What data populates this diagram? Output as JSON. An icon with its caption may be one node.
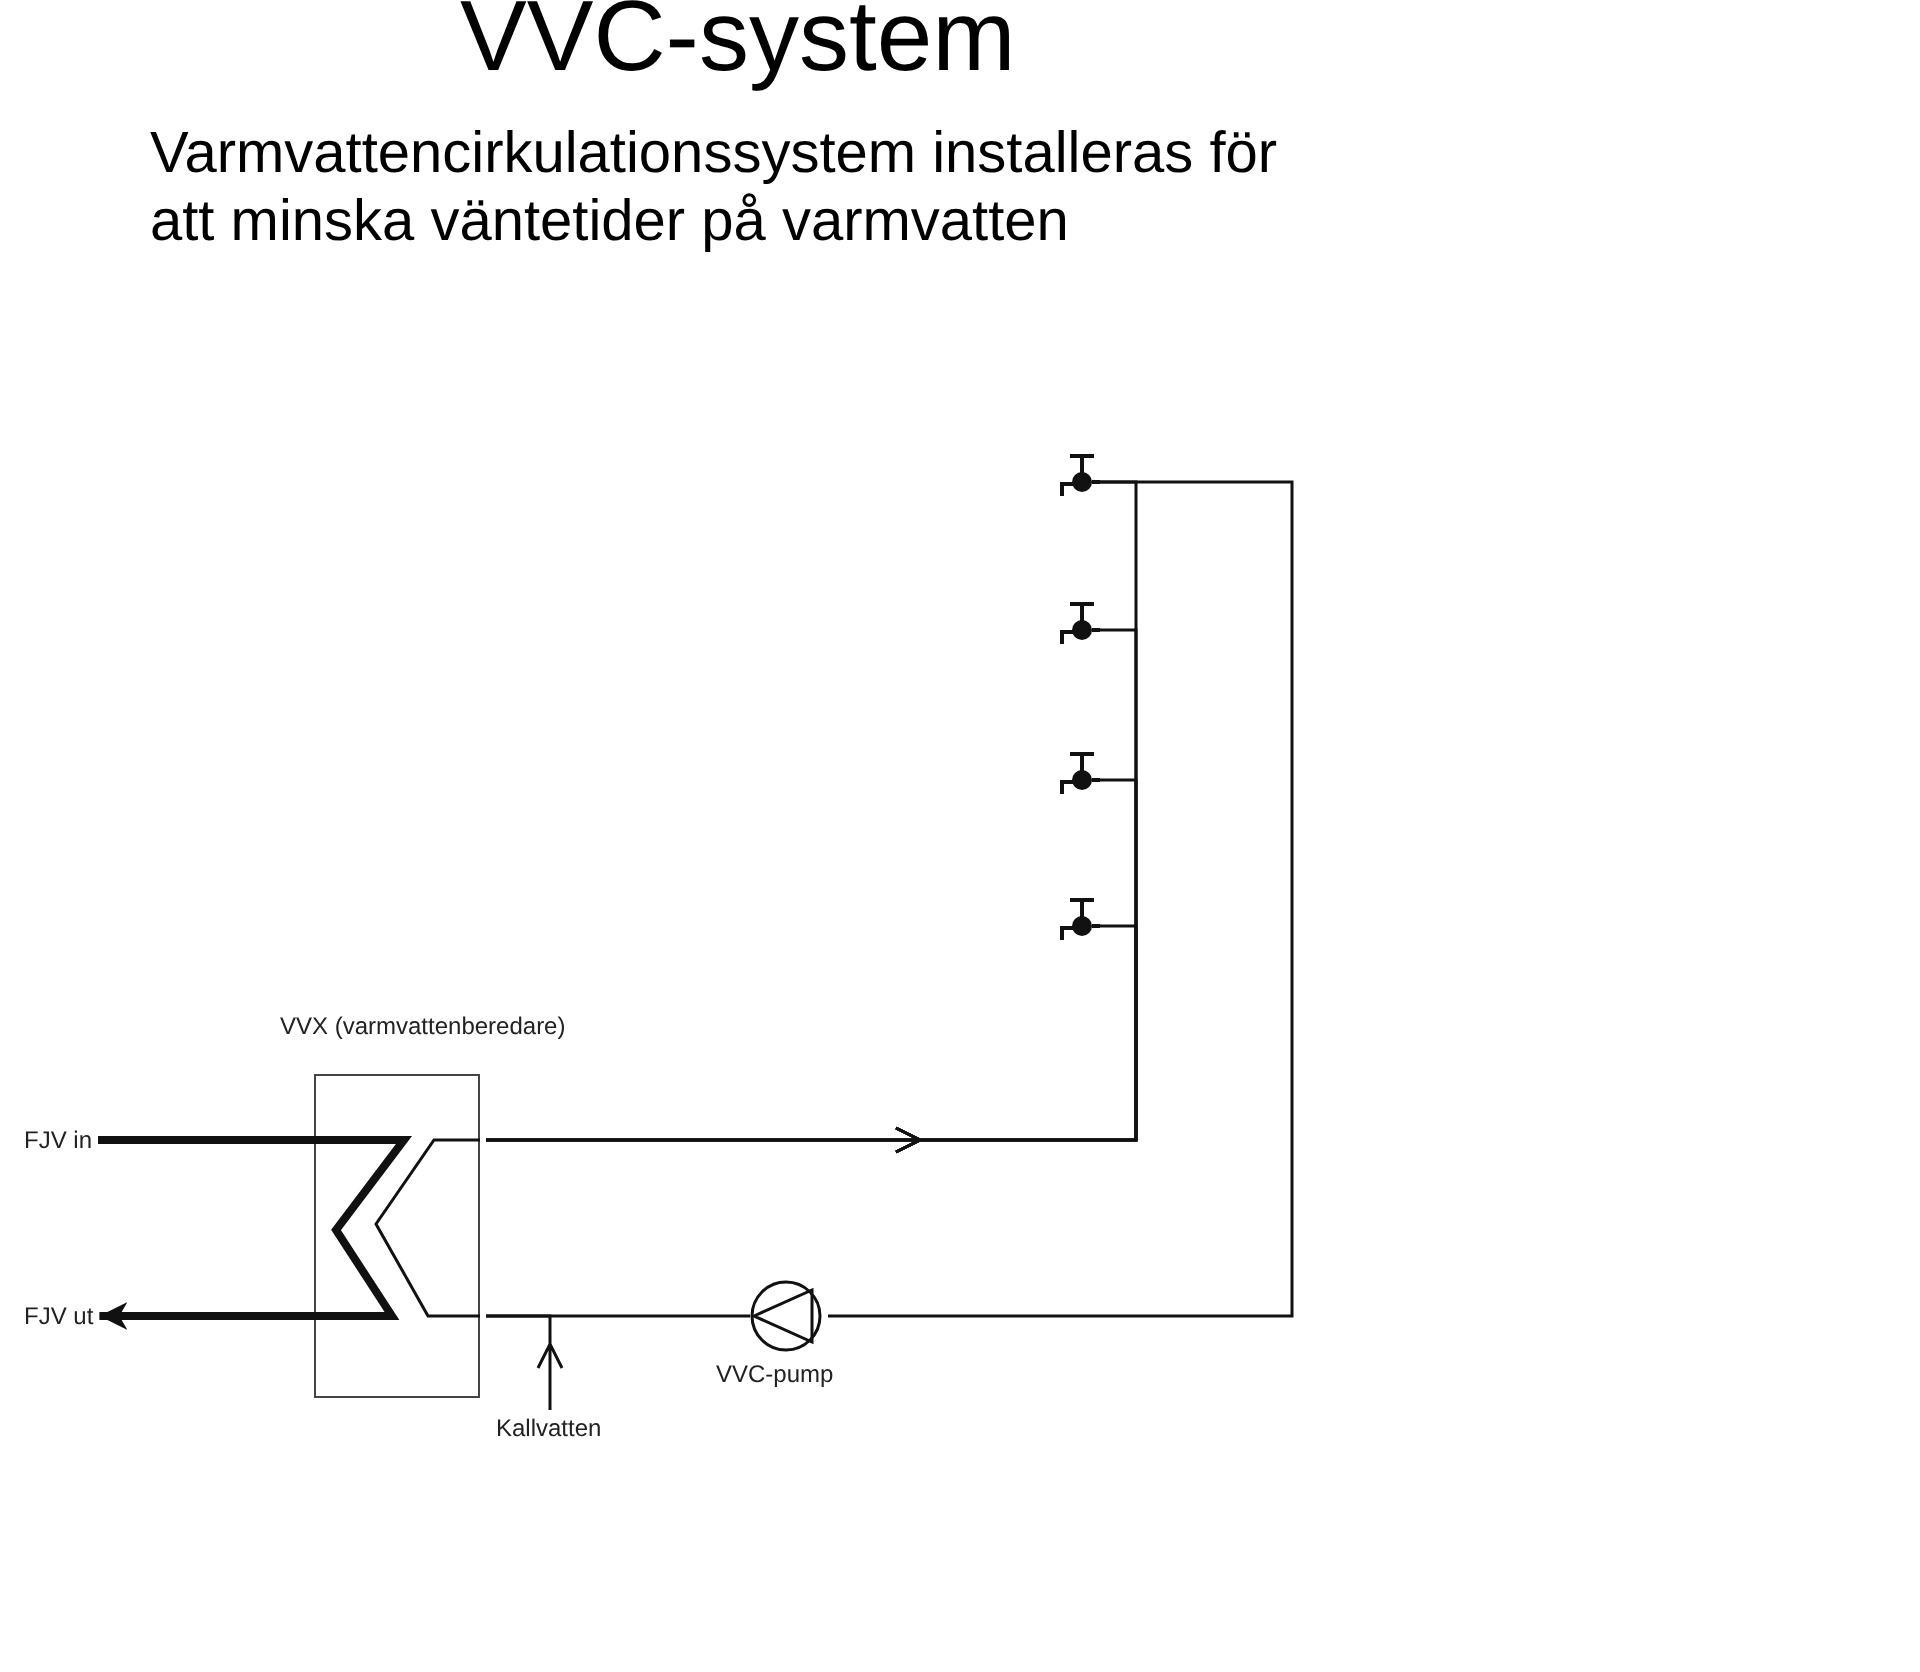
{
  "diagram": {
    "title": "VVC-system",
    "nodes": [
      {
        "text": [
          "VVX (varmvattenberedare)"
        ]
      },
      {
        "text": [
          "FJV in"
        ]
      },
      {
        "text": [
          "FJV ut"
        ]
      },
      {
        "text": [],
        "shape": "circle",
        "beside": [
          "VVC-pump"
        ]
      },
      {
        "text": [
          "Kallvatten"
        ]
      },
      {
        "text": [],
        "shape": "tap"
      },
      {
        "text": [],
        "shape": "tap"
      },
      {
        "text": [],
        "shape": "tap"
      },
      {
        "text": [],
        "shape": "tap"
      }
    ],
    "edges": [
      {
        "from": 1,
        "to": 0,
        "arrow": "none",
        "style": "thick"
      },
      {
        "from": 0,
        "to": 2,
        "arrow": "to",
        "style": "thick"
      },
      {
        "from": 0,
        "to": 5,
        "arrow": "to"
      },
      {
        "from": 0,
        "to": 6,
        "arrow": "to"
      },
      {
        "from": 0,
        "to": 7,
        "arrow": "to"
      },
      {
        "from": 0,
        "to": 8,
        "arrow": "to"
      },
      {
        "from": 5,
        "to": 3,
        "arrow": "none"
      },
      {
        "from": 3,
        "to": 0,
        "arrow": "none"
      },
      {
        "from": 4,
        "to": 0,
        "arrow": "to"
      }
    ],
    "labels": [
      "Varmvattencirkulationssystem installeras för att minska väntetider på varmvatten"
    ]
  }
}
